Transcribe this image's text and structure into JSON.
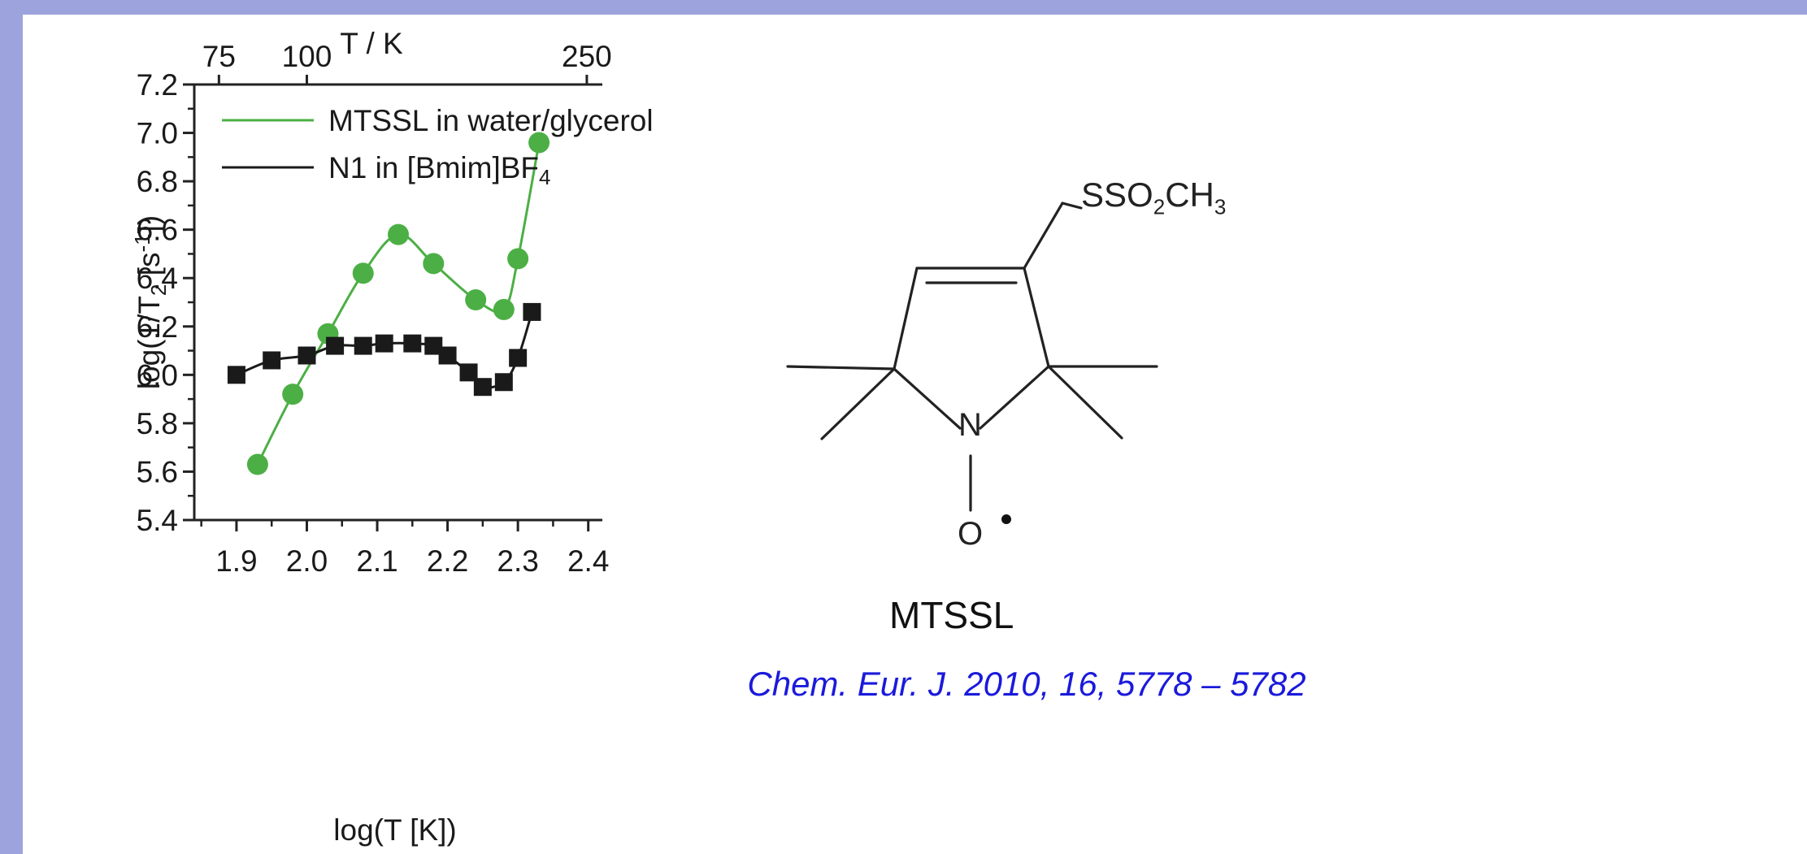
{
  "chart_data": {
    "type": "scatter",
    "title": "",
    "xlabel": "log(T [K])",
    "ylabel": "log(1/T2 [s-1])",
    "top_axis_label": "T / K",
    "top_ticks": [
      "75",
      "100",
      "250"
    ],
    "top_tick_values": [
      75,
      100,
      250
    ],
    "xlim": [
      1.84,
      2.42
    ],
    "ylim": [
      5.4,
      7.2
    ],
    "x_ticks": [
      "1.9",
      "2.0",
      "2.1",
      "2.2",
      "2.3",
      "2.4"
    ],
    "y_ticks": [
      "5.4",
      "5.6",
      "5.8",
      "6.0",
      "6.2",
      "6.4",
      "6.6",
      "6.8",
      "7.0",
      "7.2"
    ],
    "grid": false,
    "legend_position": "top-left",
    "series": [
      {
        "name": "MTSSL in water/glycerol",
        "color": "#4caf45",
        "marker": "circle",
        "x": [
          1.93,
          1.98,
          2.03,
          2.08,
          2.13,
          2.18,
          2.24,
          2.28,
          2.3,
          2.33
        ],
        "y": [
          5.63,
          5.92,
          6.17,
          6.42,
          6.58,
          6.46,
          6.31,
          6.27,
          6.48,
          6.96
        ]
      },
      {
        "name": "N1 in [Bmim]BF4",
        "color": "#1a1a1a",
        "marker": "square",
        "x": [
          1.9,
          1.95,
          2.0,
          2.04,
          2.08,
          2.11,
          2.15,
          2.18,
          2.2,
          2.23,
          2.25,
          2.28,
          2.3,
          2.32
        ],
        "y": [
          6.0,
          6.06,
          6.08,
          6.12,
          6.12,
          6.13,
          6.13,
          6.12,
          6.08,
          6.01,
          5.95,
          5.97,
          6.07,
          6.26
        ]
      }
    ]
  },
  "molecule": {
    "substituent": "SSO2CH3",
    "nitrogen": "N",
    "oxygen": "O",
    "name": "MTSSL"
  },
  "citation": "Chem. Eur. J. 2010, 16, 5778 – 5782"
}
